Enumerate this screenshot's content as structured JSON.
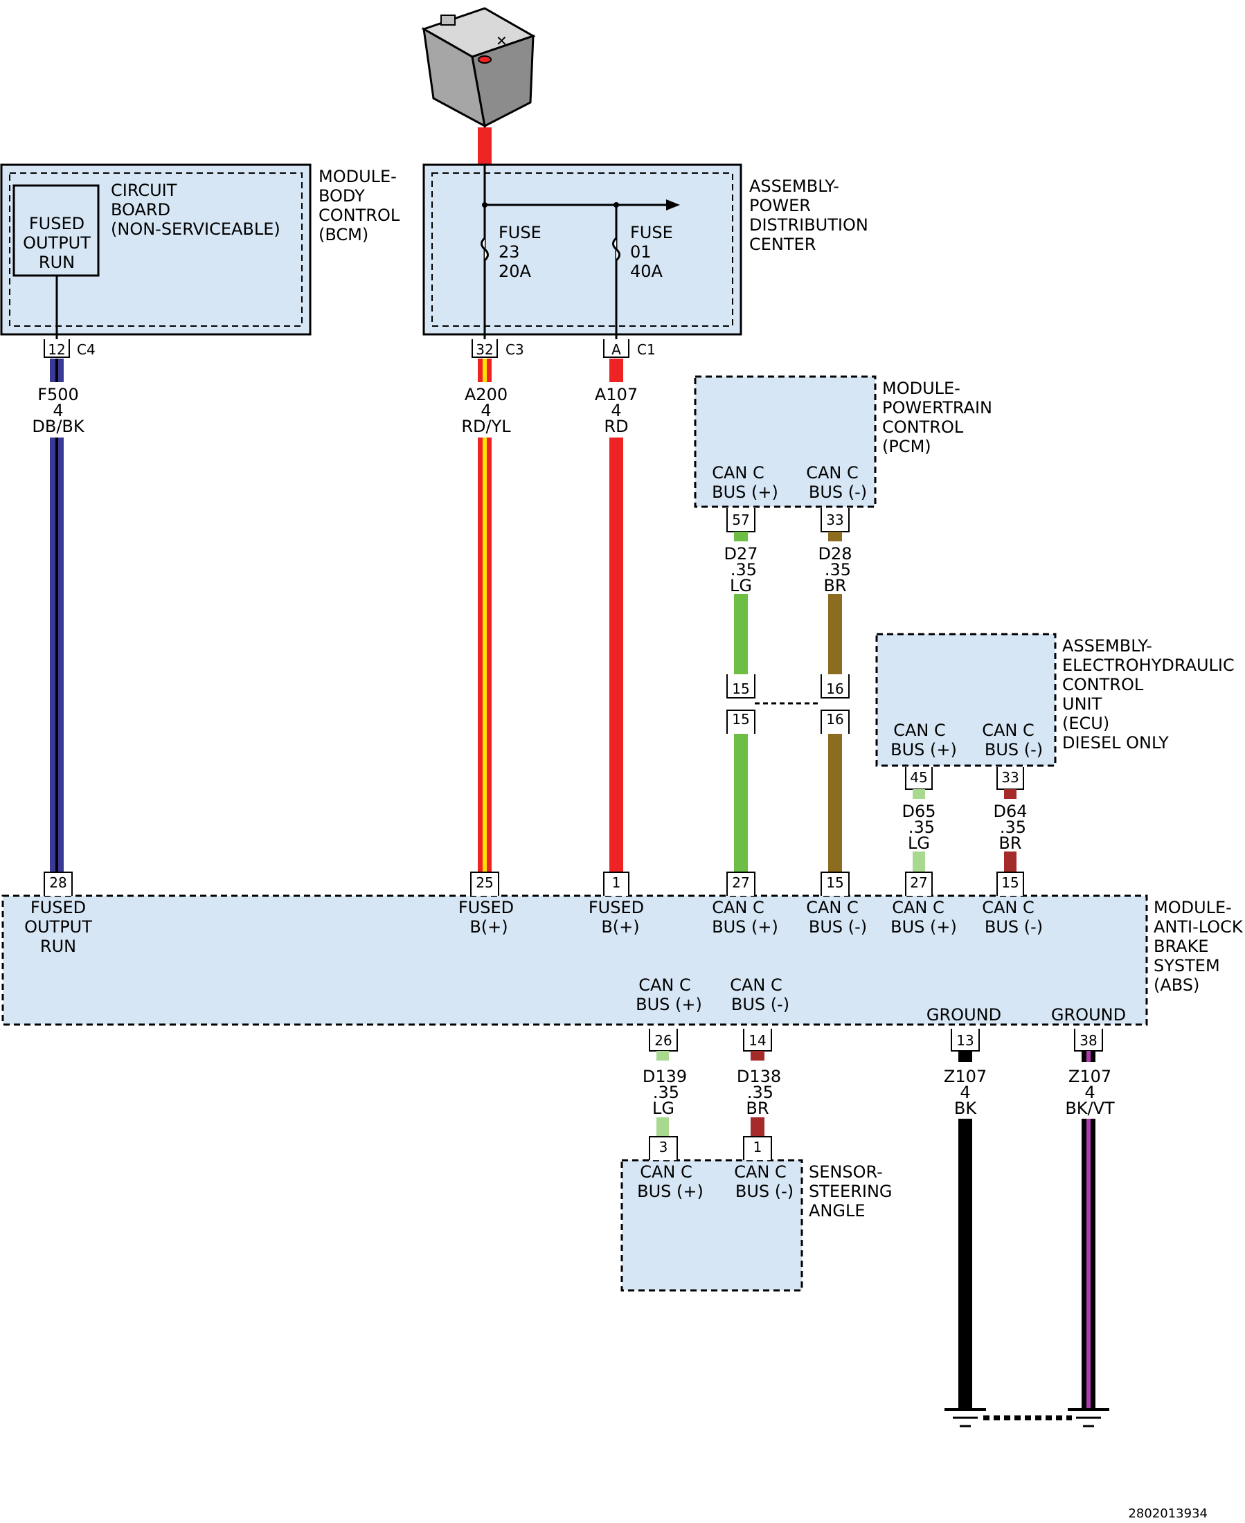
{
  "colors": {
    "module_fill": "#d6e6f5",
    "wire_red": "#ee2424",
    "wire_yellow": "#ffe000",
    "wire_dark_blue": "#3a3a96",
    "wire_black": "#000000",
    "wire_green": "#6dbe45",
    "wire_light_green": "#a9d88f",
    "wire_brown": "#8c6d1f",
    "wire_dark_red": "#a52a2a",
    "wire_violet": "#b03cb0"
  },
  "battery": {
    "icon": "battery-icon"
  },
  "bcm": {
    "title": [
      "MODULE-",
      "BODY",
      "CONTROL",
      "(BCM)"
    ],
    "board_label": [
      "CIRCUIT",
      "BOARD",
      "(NON-SERVICEABLE)"
    ],
    "inner_box": [
      "FUSED",
      "OUTPUT",
      "RUN"
    ],
    "connector": {
      "pin": "12",
      "name": "C4"
    }
  },
  "pdc": {
    "title": [
      "ASSEMBLY-",
      "POWER",
      "DISTRIBUTION",
      "CENTER"
    ],
    "fuse1": [
      "FUSE",
      "23",
      "20A"
    ],
    "fuse2": [
      "FUSE",
      "01",
      "40A"
    ],
    "connector1": {
      "pin": "32",
      "name": "C3"
    },
    "connector2": {
      "pin": "A",
      "name": "C1"
    }
  },
  "pcm": {
    "title": [
      "MODULE-",
      "POWERTRAIN",
      "CONTROL",
      "(PCM)"
    ],
    "pin_plus_label": [
      "CAN C",
      "BUS (+)"
    ],
    "pin_minus_label": [
      "CAN C",
      "BUS (-)"
    ],
    "pin_plus": "57",
    "pin_minus": "33"
  },
  "ecu": {
    "title": [
      "ASSEMBLY-",
      "ELECTROHYDRAULIC",
      "CONTROL",
      "UNIT",
      "(ECU)",
      "DIESEL ONLY"
    ],
    "pin_plus_label": [
      "CAN C",
      "BUS (+)"
    ],
    "pin_minus_label": [
      "CAN C",
      "BUS (-)"
    ],
    "pin_plus": "45",
    "pin_minus": "33"
  },
  "inline_connector": {
    "pin_a": "15",
    "pin_b": "16",
    "pin_a2": "15",
    "pin_b2": "16"
  },
  "wires": {
    "f500": [
      "F500",
      "4",
      "DB/BK"
    ],
    "a200": [
      "A200",
      "4",
      "RD/YL"
    ],
    "a107": [
      "A107",
      "4",
      "RD"
    ],
    "d27": [
      "D27",
      ".35",
      "LG"
    ],
    "d28": [
      "D28",
      ".35",
      "BR"
    ],
    "d65": [
      "D65",
      ".35",
      "LG"
    ],
    "d64": [
      "D64",
      ".35",
      "BR"
    ],
    "d139": [
      "D139",
      ".35",
      "LG"
    ],
    "d138": [
      "D138",
      ".35",
      "BR"
    ],
    "z107a": [
      "Z107",
      "4",
      "BK"
    ],
    "z107b": [
      "Z107",
      "4",
      "BK/VT"
    ]
  },
  "abs": {
    "title": [
      "MODULE-",
      "ANTI-LOCK",
      "BRAKE",
      "SYSTEM",
      "(ABS)"
    ],
    "pins_top": [
      "28",
      "25",
      "1",
      "27",
      "15",
      "27",
      "15"
    ],
    "labels_top": {
      "fused_output_run": [
        "FUSED",
        "OUTPUT",
        "RUN"
      ],
      "fused_b_a": [
        "FUSED",
        "B(+)"
      ],
      "fused_b_b": [
        "FUSED",
        "B(+)"
      ],
      "can_plus_a": [
        "CAN C",
        "BUS (+)"
      ],
      "can_minus_a": [
        "CAN C",
        "BUS (-)"
      ],
      "can_plus_b": [
        "CAN C",
        "BUS (+)"
      ],
      "can_minus_b": [
        "CAN C",
        "BUS (-)"
      ]
    },
    "labels_bottom": {
      "can_plus": [
        "CAN C",
        "BUS (+)"
      ],
      "can_minus": [
        "CAN C",
        "BUS (-)"
      ],
      "ground_a": "GROUND",
      "ground_b": "GROUND"
    },
    "pins_bottom": [
      "26",
      "14",
      "13",
      "38"
    ]
  },
  "sas": {
    "title": [
      "SENSOR-",
      "STEERING",
      "ANGLE"
    ],
    "pin_plus_label": [
      "CAN C",
      "BUS (+)"
    ],
    "pin_minus_label": [
      "CAN C",
      "BUS (-)"
    ],
    "pin_plus": "3",
    "pin_minus": "1"
  },
  "ground_icon": "ground-icon",
  "figure_id": "2802013934"
}
